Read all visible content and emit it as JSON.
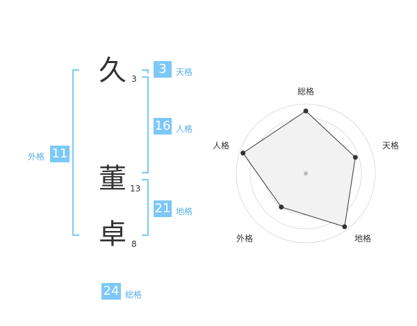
{
  "characters": [
    {
      "char": "久",
      "strokes": "3"
    },
    {
      "char": "董",
      "strokes": "13"
    },
    {
      "char": "卓",
      "strokes": "8"
    }
  ],
  "kakusu": {
    "tenkaku": {
      "value": "3",
      "label": "天格"
    },
    "jinkaku": {
      "value": "16",
      "label": "人格"
    },
    "chikaku": {
      "value": "21",
      "label": "地格"
    },
    "gaikaku": {
      "value": "11",
      "label": "外格"
    },
    "soukaku": {
      "value": "24",
      "label": "総格"
    }
  },
  "radar": {
    "axes": [
      "総格",
      "天格",
      "地格",
      "外格",
      "人格"
    ],
    "values": [
      0.9,
      0.75,
      0.95,
      0.6,
      0.95
    ],
    "fill_color": "#f2f2f2",
    "line_color": "#333333"
  }
}
